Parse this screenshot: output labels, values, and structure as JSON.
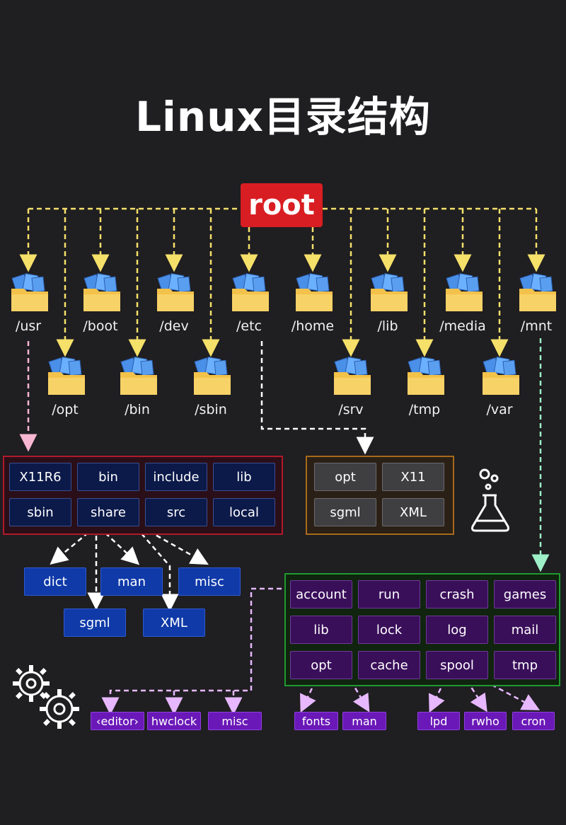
{
  "title": "Linux目录结构",
  "root_label": "root",
  "top_folders": [
    "/usr",
    "/boot",
    "/dev",
    "/etc",
    "/home",
    "/lib",
    "/media",
    "/mnt"
  ],
  "bottom_folders": [
    "/opt",
    "/bin",
    "/sbin",
    "/srv",
    "/tmp",
    "/var"
  ],
  "usr_children": [
    "X11R6",
    "bin",
    "include",
    "lib",
    "sbin",
    "share",
    "src",
    "local"
  ],
  "share_children": [
    "dict",
    "man",
    "misc",
    "sgml",
    "XML"
  ],
  "etc_children": [
    "opt",
    "X11",
    "sgml",
    "XML"
  ],
  "var_children": [
    "account",
    "run",
    "crash",
    "games",
    "lib",
    "lock",
    "log",
    "mail",
    "opt",
    "cache",
    "spool",
    "tmp"
  ],
  "account_children": [
    "‹editor›",
    "hwclock",
    "misc"
  ],
  "opt_children": [
    "fonts",
    "man"
  ],
  "spool_children": [
    "lpd",
    "rwho",
    "cron"
  ],
  "colors": {
    "background": "#1f1e21",
    "root": "#d81e22",
    "folder": "#f3c24a",
    "connector_main": "#f5e06a",
    "connector_usr": "#f7b6d2",
    "connector_mnt": "#9ef0c8",
    "connector_etc": "#ffffff",
    "usr_box_border": "#b01a2a",
    "etc_box_border": "#a86a1a",
    "var_box_border": "#1f9a2f"
  },
  "icons": [
    "folder-icon",
    "flask-icon",
    "gears-icon"
  ]
}
